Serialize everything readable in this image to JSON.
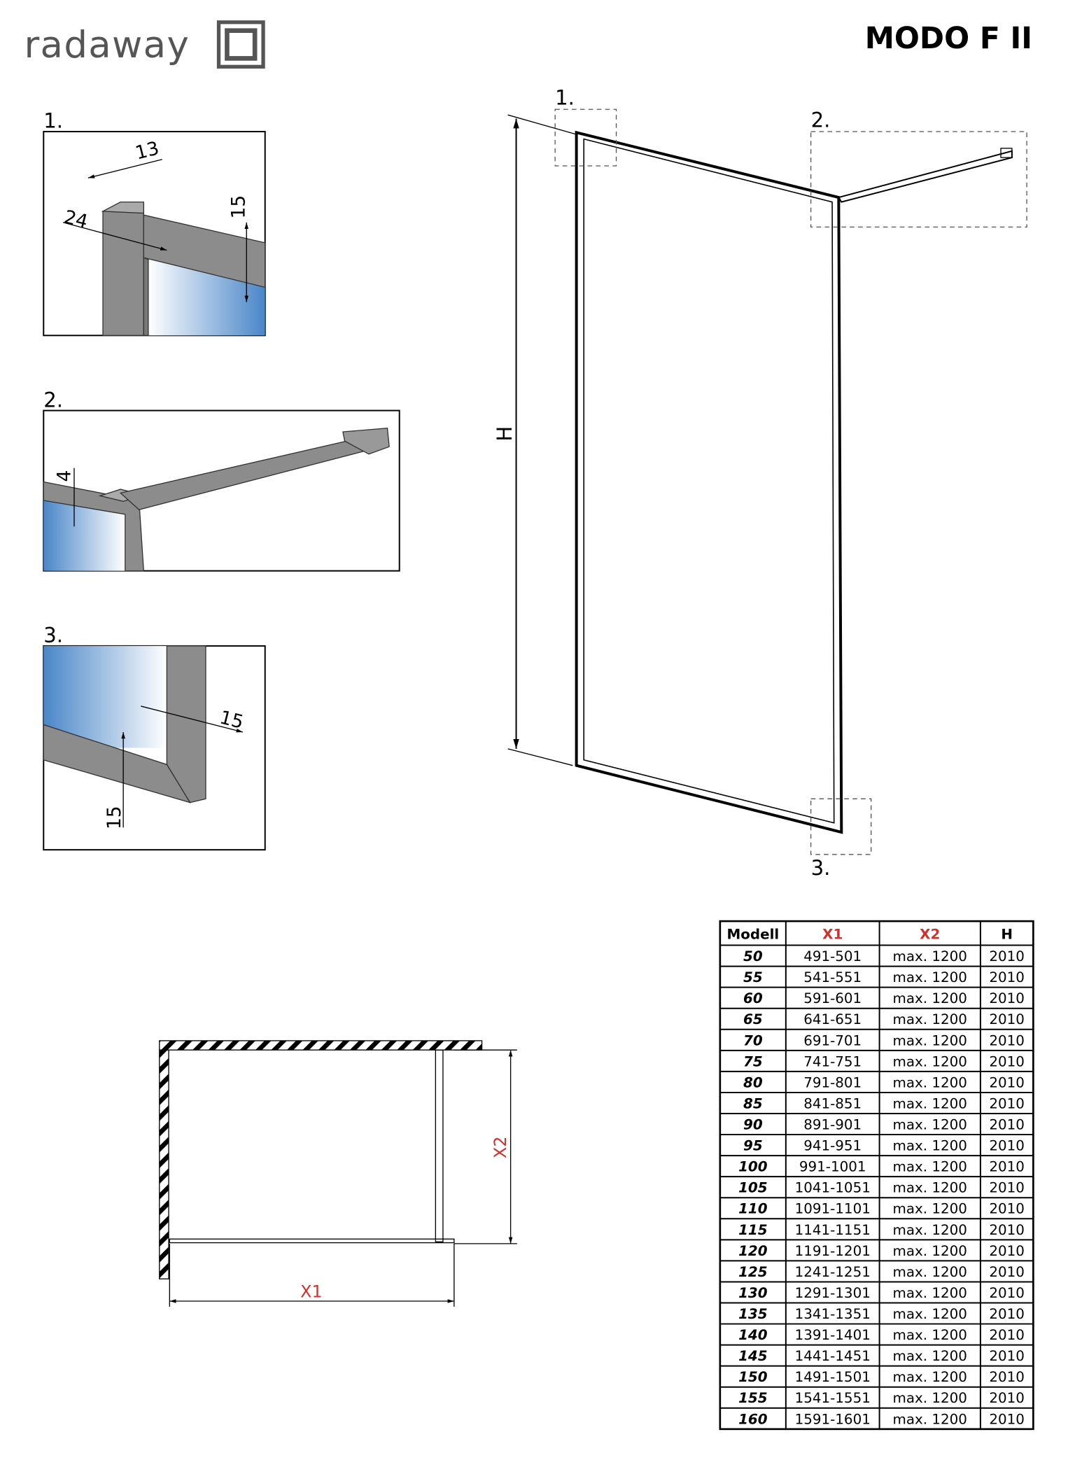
{
  "brand": {
    "logo_text": "radaway",
    "title": "MODO F  II"
  },
  "details": {
    "d1": {
      "label": "1.",
      "dims": [
        "13",
        "24",
        "15"
      ]
    },
    "d2": {
      "label": "2.",
      "dims": [
        "4"
      ]
    },
    "d3": {
      "label": "3.",
      "dims": [
        "15",
        "15"
      ]
    }
  },
  "main_view": {
    "callouts": [
      "1.",
      "2.",
      "3."
    ],
    "height_label": "H"
  },
  "plan_view": {
    "x1_label": "X1",
    "x2_label": "X2"
  },
  "colors": {
    "accent_red": "#d0312d",
    "glass_blue": "#4a86c8",
    "frame_gray": "#8c8c8c"
  },
  "table": {
    "headers": [
      "Modell",
      "X1",
      "X2",
      "H"
    ],
    "rows": [
      [
        "50",
        "491-501",
        "max. 1200",
        "2010"
      ],
      [
        "55",
        "541-551",
        "max. 1200",
        "2010"
      ],
      [
        "60",
        "591-601",
        "max. 1200",
        "2010"
      ],
      [
        "65",
        "641-651",
        "max. 1200",
        "2010"
      ],
      [
        "70",
        "691-701",
        "max. 1200",
        "2010"
      ],
      [
        "75",
        "741-751",
        "max. 1200",
        "2010"
      ],
      [
        "80",
        "791-801",
        "max. 1200",
        "2010"
      ],
      [
        "85",
        "841-851",
        "max. 1200",
        "2010"
      ],
      [
        "90",
        "891-901",
        "max. 1200",
        "2010"
      ],
      [
        "95",
        "941-951",
        "max. 1200",
        "2010"
      ],
      [
        "100",
        "991-1001",
        "max. 1200",
        "2010"
      ],
      [
        "105",
        "1041-1051",
        "max. 1200",
        "2010"
      ],
      [
        "110",
        "1091-1101",
        "max. 1200",
        "2010"
      ],
      [
        "115",
        "1141-1151",
        "max. 1200",
        "2010"
      ],
      [
        "120",
        "1191-1201",
        "max. 1200",
        "2010"
      ],
      [
        "125",
        "1241-1251",
        "max. 1200",
        "2010"
      ],
      [
        "130",
        "1291-1301",
        "max. 1200",
        "2010"
      ],
      [
        "135",
        "1341-1351",
        "max. 1200",
        "2010"
      ],
      [
        "140",
        "1391-1401",
        "max. 1200",
        "2010"
      ],
      [
        "145",
        "1441-1451",
        "max. 1200",
        "2010"
      ],
      [
        "150",
        "1491-1501",
        "max. 1200",
        "2010"
      ],
      [
        "155",
        "1541-1551",
        "max. 1200",
        "2010"
      ],
      [
        "160",
        "1591-1601",
        "max. 1200",
        "2010"
      ]
    ]
  }
}
